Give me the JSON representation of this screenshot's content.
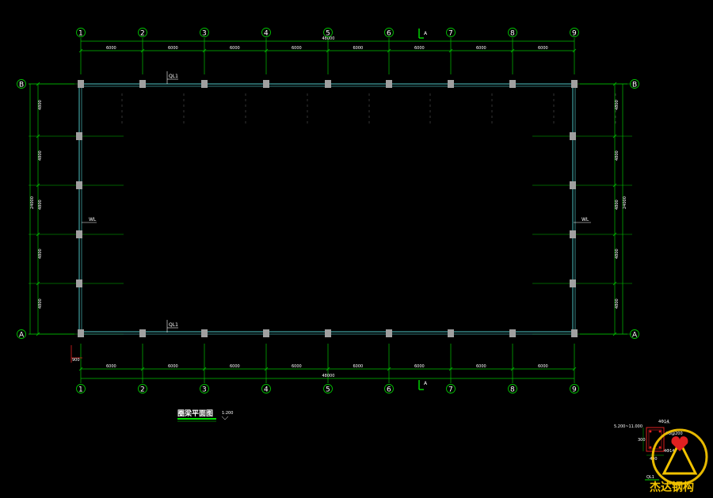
{
  "colors": {
    "background": "#000000",
    "axis_line": "#00c000",
    "dimension": "#00c000",
    "beam": "#40a0a0",
    "column": "#a0a0a0",
    "text": "#ffffff",
    "section_mark": "#00e000",
    "accent_red": "#e02020",
    "logo_gold": "#f2c300"
  },
  "grid": {
    "columns": [
      "1",
      "2",
      "3",
      "4",
      "5",
      "6",
      "7",
      "8",
      "9"
    ],
    "rows": [
      "A",
      "B"
    ]
  },
  "dimensions": {
    "bays_top": [
      "6000",
      "6000",
      "6000",
      "6000",
      "6000",
      "6000",
      "6000",
      "6000"
    ],
    "total_top": "48000",
    "bays_bottom": [
      "6000",
      "6000",
      "6000",
      "6000",
      "6000",
      "6000",
      "6000",
      "6000"
    ],
    "total_bottom": "48000",
    "left_bays": [
      "4800",
      "4800",
      "4800",
      "4800",
      "4800"
    ],
    "left_total": "24000",
    "right_bays": [
      "4800",
      "4800",
      "4800",
      "4800",
      "4800"
    ],
    "right_total": "24000",
    "offset": "900"
  },
  "labels": {
    "beam_top": "QL1",
    "beam_bottom": "QL1",
    "wall_left": "WL",
    "wall_right": "WL",
    "section_top": "A",
    "section_bottom": "A"
  },
  "title": {
    "text": "圈梁平面图",
    "scale": "1:200"
  },
  "detail": {
    "elevation": "5.200~11.000",
    "rebar_top": "4Φ14",
    "stirrup": "Φ8@200",
    "rebar_bottom": "4Φ14",
    "height": "300",
    "width": "400",
    "label": "QL1"
  },
  "logo": {
    "text": "杰达钢构"
  }
}
